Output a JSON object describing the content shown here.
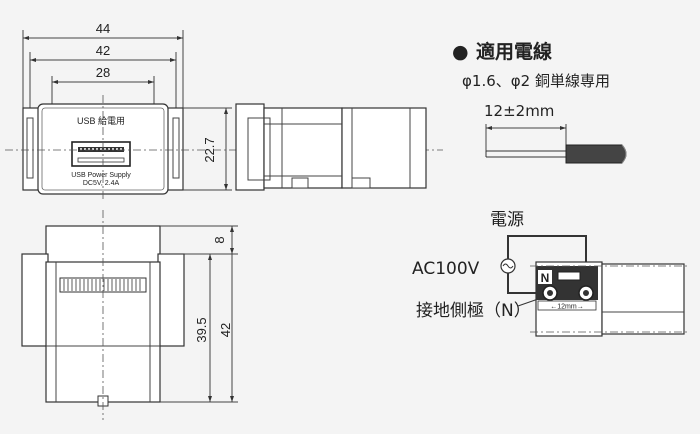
{
  "front_view": {
    "dim_overall_width": "44",
    "dim_inner_width": "42",
    "dim_port_width": "28",
    "dim_height": "22.7",
    "label_top": "USB 給電用",
    "label_bottom_1": "USB Power Supply",
    "label_bottom_2": "DC5V, 2.4A"
  },
  "bottom_view": {
    "dim_tab": "8",
    "dim_body": "39.5",
    "dim_total": "42"
  },
  "wire_spec": {
    "heading": "適用電線",
    "bullet": "●",
    "description": "φ1.6、φ2 銅単線専用",
    "strip_length": "12±2mm"
  },
  "wiring": {
    "power_label": "電源",
    "ac_label": "AC100V",
    "ground_label": "接地側極（N）",
    "terminal_mark": "N",
    "strip_mark": "←12mm→"
  }
}
